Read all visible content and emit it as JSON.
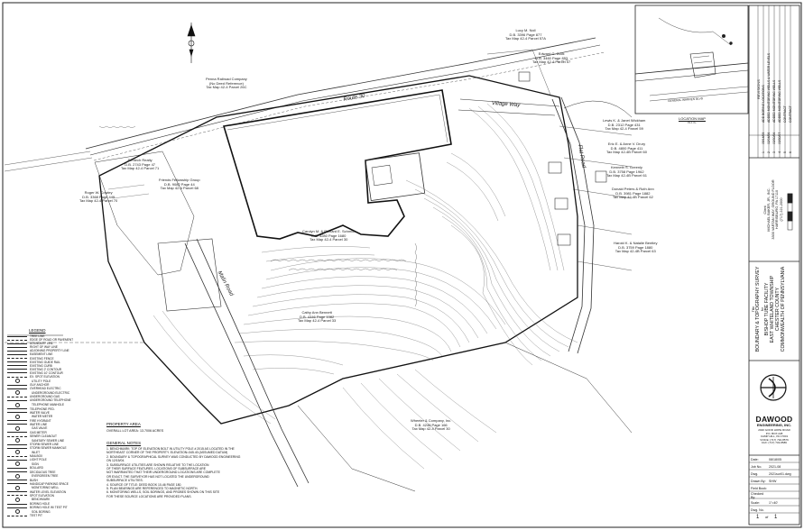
{
  "title_block": {
    "project_type": "Title",
    "sheet_title": "BOUNDARY & TOPOGRAPHY SURVEY",
    "for": "for",
    "facility": "BISHOP TUBE FACILITY",
    "township": "EAST WHITELAND TOWNSHIP",
    "county": "CHESTER COUNTY",
    "state": "COMMONWEALTH OF PENNSYLVANIA",
    "client_label": "Client:",
    "client_lines": [
      "MICHAEL BAKER, JR., INC.",
      "3300 VARTAN WAY, GROUND FLOOR",
      "HARRISBURG, PA 17110",
      "(717) 221-2000"
    ],
    "revisions_header": "REVISIONS",
    "revisions": [
      {
        "no": "1",
        "date": "05/14/05",
        "desc": "ADD BORING LOCATIONS"
      },
      {
        "no": "2",
        "date": "02/04/06",
        "desc": "ADDED MONITORING WELLS & WATER LEVELS"
      },
      {
        "no": "3",
        "date": "03/30/06",
        "desc": "ADDED MONITORING WELLS"
      },
      {
        "no": "4",
        "date": "03/30/07",
        "desc": "ADDED MONITORING WELLS"
      },
      {
        "no": "5",
        "date": "",
        "desc": "CONTRACT"
      },
      {
        "no": "6",
        "date": "",
        "desc": "CONTRACT"
      }
    ],
    "firm_name": "DAWOOD",
    "firm_sub": "ENGINEERING, INC.",
    "firm_address": [
      "2020 GOOD HOPE ROAD",
      "P.O. BOX 228",
      "CAMP HILL, PA 17001",
      "VOICE: (717) 732-8576",
      "FAX: (717) 732-8586"
    ],
    "fields": [
      {
        "label": "Date:",
        "value": "08/18/05"
      },
      {
        "label": "Job No.",
        "value": "2021-08"
      },
      {
        "label": "Dwg.",
        "value": "2021sur01.dwg"
      },
      {
        "label": "Drawn By:",
        "value": "SHW"
      },
      {
        "label": "Field Book:",
        "value": ""
      },
      {
        "label": "Checked By:",
        "value": ""
      },
      {
        "label": "Scale:",
        "value": "1\"=40'"
      },
      {
        "label": "Dwg. No.",
        "value": ""
      }
    ],
    "sheet_no": "1",
    "sheet_of": "of",
    "sheet_total": "1"
  },
  "location_map": {
    "label": "LOCATION MAP",
    "scale": "N.T.S.",
    "road": "GENERAL WARREN BLVD"
  },
  "legend": {
    "title": "LEGEND",
    "items": [
      "TREE LINE",
      "EDGE OF ROAD OR PAVEMENT",
      "BOUNDARY LINE",
      "RIGHT OF WAY LINE",
      "ADJOINING PROPERTY LINE",
      "EASEMENT LINE",
      "EXISTING FENCE",
      "EXISTING GUIDE RAIL",
      "EXISTING CURB",
      "EXISTING 2' CONTOUR",
      "EXISTING 10' CONTOUR",
      "EX. SPOT ELEVATION",
      "UTILITY POLE",
      "GUY ANCHOR",
      "OVERHEAD ELECTRIC",
      "UNDERGROUND ELECTRIC",
      "UNDERGROUND GAS",
      "UNDERGROUND TELEPHONE",
      "TELEPHONE MANHOLE",
      "TELEPHONE PED.",
      "WATER VALVE",
      "WATER METER",
      "FIRE HYDRANT",
      "WATER LINE",
      "GAS VALVE",
      "GAS METER",
      "SEWER CLEANOUT",
      "SANITARY SEWER LINE",
      "STORM SEWER LINE",
      "STORM SEWER MANHOLE",
      "INLET",
      "MAILBOX",
      "LIGHT POLE",
      "SIGN",
      "BOLLARD",
      "DECIDUOUS TREE",
      "EVERGREEN TREE",
      "BUSH",
      "HANDICAP PARKING SPACE",
      "MONITORING WELL",
      "WATER LEVEL ELEVATION",
      "SPOT ELEVATION",
      "BENCHMARK",
      "BORING HOLE",
      "BORING HOLE W/ TEST PIT",
      "SOIL BORING",
      "TEST PIT"
    ]
  },
  "property_area": {
    "title": "PROPERTY AREA",
    "text": "OVERALL LOT AREA: 13.7006 ACRES"
  },
  "general_notes": {
    "title": "GENERAL NOTES",
    "lines": [
      "1.  BENCHMARK: TOP OF ELEVATION BOLT IN UTILITY POLE #  2015 AS LOCATED IN THE",
      "     NORTHEAST CORNER OF THE PROPERTY. ELEVATION=345.40  (ASSUMED DATUM)",
      "2.  BOUNDARY & TOPOGRAPHICAL SURVEY WAS CONDUCTED BY DAWOOD ENGINEERING",
      "     ON 12/15/04.",
      "3.  SUBSURFACE UTILITIES ARE SHOWN RELATIVE TO THE LOCATION",
      "     OF THEIR SURFACE FEATURES. LOCATIONS OF SUBSURFACE ARE",
      "     NOT WARRANTED THAT THEIR UNDERGROUND LOCATIONS ARE COMPLETE",
      "     OR EXACT. THE SURVEYOR HAS NOT LOCATED THE UNDERGROUND",
      "     SUBSURFACE UTILITIES.",
      "4.  SOURCE OF TITLE: DEED BOOK 10-46 PAGE 180.",
      "5.  PLAN BEARINGS ARE REFERENCED TO MAGNETIC NORTH.",
      "6.  MONITORING WELLS, SOIL BORINGS, AND PROBES SHOWN ON THIS SITE",
      "     FOR THESE SOURCE LOCATIONS ARE PROVIDED PLANS."
    ]
  },
  "roads": {
    "route": "Route 30",
    "village_way": "Village Way",
    "flat_road": "Flat Road",
    "malin_road": "Malin Road"
  },
  "owners": [
    {
      "id": "penn-railroad",
      "lines": [
        "Penna Railroad Company",
        "(No Deed Reference)",
        "Tax Map 42-4 Parcel 26C"
      ]
    },
    {
      "id": "lot-n",
      "lines": [
        "Lucy M. Noll",
        "D.B. 3396 Page 877",
        "Tax Map 42-4 Parcel 57A"
      ]
    },
    {
      "id": "lot-e",
      "lines": [
        "Edward G. Zuck",
        "D.B. 3460 Page 853",
        "Tax Map 42-4 Parcel 57"
      ]
    },
    {
      "id": "lot-w",
      "lines": [
        "Lewis K. & Janet Wickham",
        "D.B. 2312 Page 431",
        "Tax Map 42-4 Parcel 59"
      ]
    },
    {
      "id": "lot-c",
      "lines": [
        "Eric E. & Anne V. Drury",
        "D.B. 4800 Page 411",
        "Tax Map 42-4B Parcel 60"
      ]
    },
    {
      "id": "lot-g",
      "lines": [
        "Kenneth S. Greenly",
        "D.B. 3758 Page 1962",
        "Tax Map 42-4B Parcel 61"
      ]
    },
    {
      "id": "lot-d",
      "lines": [
        "Donald Peters & Ruth Ann",
        "D.B. 3981 Page 1882",
        "Tax Map 42-4B Parcel 62"
      ]
    },
    {
      "id": "lot-h",
      "lines": [
        "Harold K. & Natalie Bentley",
        "D.B. 3759 Page 1880",
        "Tax Map 42-4B Parcel 63"
      ]
    },
    {
      "id": "lot-f",
      "lines": [
        "Friends Fellowship Group",
        "D.B. 9082 Page 44",
        "Tax Map 42-4 Parcel 68"
      ]
    },
    {
      "id": "lot-r",
      "lines": [
        "Roger W. Cowley",
        "D.B. 3368 Page 449",
        "Tax Map 42-4 Parcel 70"
      ]
    },
    {
      "id": "lot-s",
      "lines": [
        "Sentech Realty",
        "D.B. 2743 Page 47",
        "Tax Map 42-4 Parcel 71"
      ]
    },
    {
      "id": "lot-m",
      "lines": [
        "Cathy Ann Bennett",
        "D.B. 4346 Page 1082",
        "Tax Map 42-4 Parcel 33"
      ]
    },
    {
      "id": "lot-v",
      "lines": [
        "Wheeler & Company, Inc.",
        "D.B. 4246 Page 166",
        "Tax Map 42-4 Parcel 30"
      ]
    }
  ],
  "subject": {
    "lines": [
      "Carolyn M. & Richard E. Schmidt",
      "D.B. 4280 Page 1680",
      "Tax Map 42-4 Parcel 30"
    ]
  }
}
